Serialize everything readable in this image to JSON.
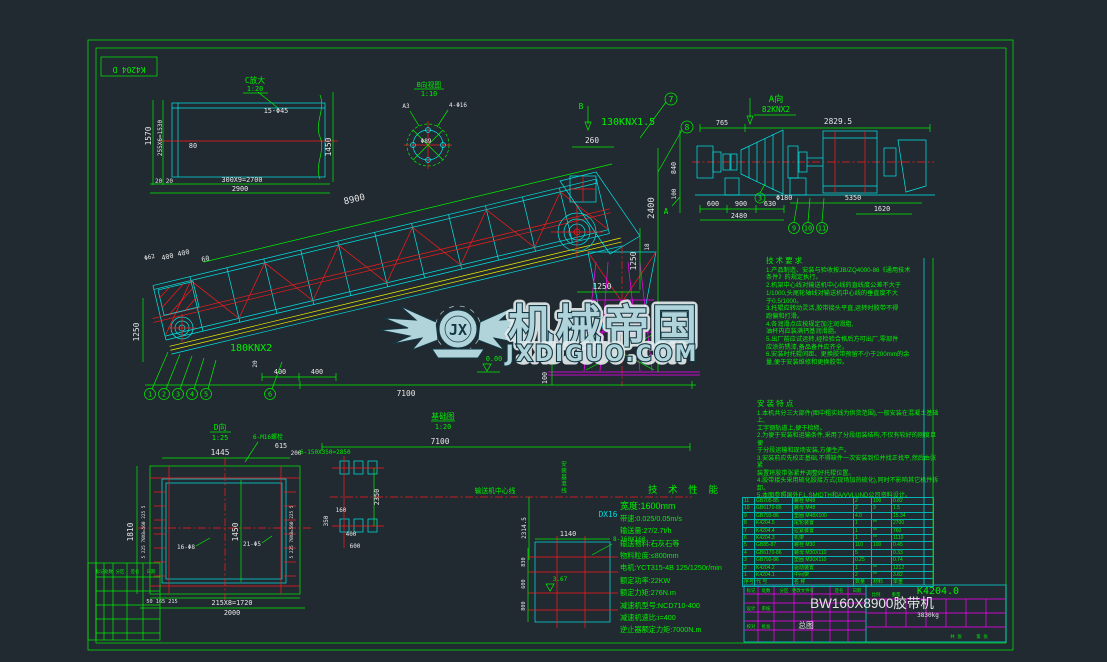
{
  "colors": {
    "background": "#212a31",
    "line_green": "#00f000",
    "line_cyan": "#00e8e8",
    "line_red": "#ff1a1a",
    "line_yellow": "#f2f200",
    "line_magenta": "#ff00ff",
    "dim_white": "#e6e6e6",
    "watermark_fill": "#b9dfe5",
    "watermark_outline": "#123744"
  },
  "frame": {
    "corner_code": "K4204 D"
  },
  "watermark": {
    "logo_initials": "JX",
    "brand": "机械帝国",
    "site": "JXDIGUO.COM"
  },
  "views": {
    "detail_c": {
      "title": "C放大",
      "scale": "1:20",
      "holes": "15-Φ45",
      "d_1570": "1570",
      "d_255": "255X6=1530",
      "d_80": "80",
      "d_1450": "1450",
      "d_2020": "20 20",
      "d_300": "300X9=2700",
      "d_2900": "2900"
    },
    "detail_b": {
      "title": "B向视图",
      "scale": "1:10",
      "l_a3": "A3",
      "l_holes": "4-Φ16",
      "l_dia": "Φ89"
    },
    "main": {
      "d_8900": "8900",
      "d_2400": "2400",
      "d_260": "260",
      "f_head": "130KNX1.5",
      "f_tail": "180KNX2",
      "arrow_b": "B",
      "arrow_a": "A",
      "d_1250l": "1250",
      "d_dia62": "Φ62",
      "d_400400t": "400 400",
      "d_60": "60",
      "d_20": "20",
      "d_400a": "400",
      "d_400b": "400",
      "d_7100": "7100",
      "d_000": "0.00",
      "d_100": "100",
      "d_1250v": "1250",
      "d_18": "18",
      "d_1250h": "1250",
      "d_840": "840",
      "d_100r": "100",
      "b1": "1",
      "b2": "2",
      "b3": "3",
      "b4": "4",
      "b5": "5",
      "b6": "6",
      "b7": "7",
      "b8": "8"
    },
    "drive": {
      "title": "A向",
      "force": "82KNX2",
      "d_765": "765",
      "d_28295": "2829.5",
      "d_600": "600",
      "d_900": "900",
      "d_630": "630",
      "d_2480": "2480",
      "d_dia180": "Φ180",
      "d_5350": "5350",
      "d_1620": "1620",
      "b3": "3",
      "b9": "9",
      "b10": "10",
      "b11": "11"
    },
    "section_d": {
      "title": "D向",
      "scale": "1:25",
      "callout": "6-M16螺栓",
      "d_1445": "1445",
      "d_615": "615",
      "d_200": "200",
      "d_1810": "1810",
      "d_1450": "1450",
      "chain_l": "5 225 70X8=560 225 5",
      "chain_r": "5 225 70X8=560 225 5",
      "h1": "16-Φ8",
      "h2": "21-Φ5",
      "chain_b": "50 165 215",
      "d_215": "215X8=1720",
      "d_2000": "2000"
    },
    "foundation": {
      "title": "基础图",
      "scale": "1:20",
      "plates": "6-150X350=2850",
      "centerline": "输送机中心线",
      "datum": "安装基准线",
      "bolt_label": "8-160X160",
      "d_7100": "7100",
      "d_2350": "2350",
      "d_160": "160",
      "d_350": "350",
      "d_400": "400",
      "d_600": "600",
      "d_23145": "2314.5",
      "d_1140": "1140",
      "c_800": "800",
      "c_600": "600",
      "c_830": "830",
      "d_367": "3.67"
    }
  },
  "notes_tech": {
    "title": "技术要求",
    "lines": [
      "1.产品制造、安装与验收按JB/ZQ4000-86《通用技术",
      "  条件》的规定执行。",
      "2.机架中心线对输送机中心线的直线度公差不大于",
      "  1/1000,头尾轮轴线对输送机中心线的垂直度不大",
      "  于0.5/1000。",
      "3.托辊应转动灵活,胶带接头平直,运转时胶带不得",
      "  跑偏和打滑。",
      "4.各润滑点应按规定加注润滑脂,",
      "  油杯内应装满钙基润滑脂。",
      "5.出厂前应试运转,经检验合格后方可出厂,零部件",
      "  应涂防锈漆,备品备件应齐全。",
      "6.安装时托辊间距、更换胶带预留不小于200mm的余",
      "  量,便于安装维修和更换胶带。"
    ]
  },
  "notes_install": {
    "title": "安装特点",
    "lines": [
      "1.本机共分三大部件(图中粗实线为供货范围),一般安装在混凝土基础上,",
      "  工字钢轨道上,便于检修。",
      "2.为便于安装和运输条件,采用了分段组装结构,不仅有较好的刚度且便",
      "  于分段运输和现场安装,方便生产。",
      "3.安装前应先校正基础,不得缺件一次安装到位并找正找平,然后由张紧",
      "  装置将胶带张紧并调整好托辊位置。",
      "4.胶带接头采用硫化胶接方式(现场加热硫化),同时不影响其它机件拆卸。",
      "5.本图参照国外F.L.SMIDTH和A/VVLUND公司资料设计。"
    ]
  },
  "performance": {
    "title": "技 术 性 能",
    "stamp": "DX16",
    "lines": [
      "宽度:1600mm",
      "带速:0.025/0.05m/s",
      "输送量:27/2.7t/h",
      "输送物料:石灰石等",
      "物料粒度:≤800mm",
      "电机:YCT315-4B 125/1250r/min",
      "额定功率:22KW",
      "额定力矩:276N.m",
      "减速机型号:NCD710-400",
      "减速机速比:i=400",
      "逆止器额定力矩:7000N.m"
    ]
  },
  "bom": {
    "rows": [
      [
        "11",
        "GB705-85",
        "螺栓 M48",
        "2",
        "100",
        "0.82"
      ],
      [
        "10",
        "GB6170-86",
        "螺母 M48",
        "2",
        "3",
        "1.5"
      ],
      [
        "9",
        "GB793-86",
        "垫圈 M48X100",
        "4.0",
        "",
        "15.34"
      ],
      [
        "8",
        "K4204.5",
        "尾轮装置",
        "1",
        "**",
        "2700"
      ],
      [
        "7",
        "K4204.4",
        "拉紧装置",
        "1",
        "**",
        "760"
      ],
      [
        "6",
        "K4204.3",
        "机架",
        "1",
        "**",
        "1110"
      ],
      [
        "5",
        "GB85-87",
        "螺栓 M30",
        "110",
        "100",
        "0.45"
      ],
      [
        "4",
        "GB6170-86",
        "螺母 M30X110",
        "5",
        "",
        "0.33"
      ],
      [
        "3",
        "GB793-86",
        "垫圈 M30X110",
        "0.25",
        "",
        "0.74"
      ],
      [
        "2",
        "K4204.2",
        "驱动装置",
        "1",
        "**",
        "1212"
      ],
      [
        "1",
        "K4204.1",
        "中间架",
        "2",
        "**",
        "3.82"
      ],
      [
        "序号",
        "代 号",
        "名 称",
        "数量",
        "材料",
        "单重"
      ]
    ]
  },
  "title_block": {
    "product": "BW160X8900胶带机",
    "code": "K4204.0",
    "sheet": "总图",
    "weight": "3830kg",
    "cells": {
      "c1": "标记",
      "c2": "处数",
      "c3": "分区",
      "c4": "更改文件号",
      "c5": "签名",
      "c6": "日期",
      "c7": "设计",
      "c8": "校对",
      "c9": "审核",
      "c10": "批准",
      "c11": "比例",
      "c12": "重量",
      "c13": "共 张",
      "c14": "第 张"
    }
  }
}
